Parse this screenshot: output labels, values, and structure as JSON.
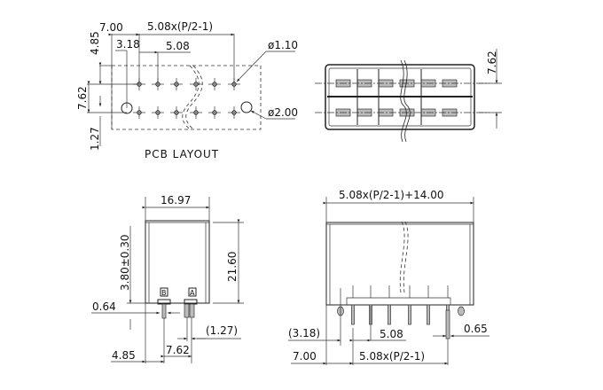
{
  "pcb_layout": {
    "title": "PCB LAYOUT",
    "dim_7_00": "7.00",
    "dim_pitch_total": "5.08x(P/2-1)",
    "dim_3_18": "3.18",
    "dim_5_08": "5.08",
    "dim_hole_small": "ø1.10",
    "dim_hole_large": "ø2.00",
    "dim_4_85": "4.85",
    "dim_7_62": "7.62",
    "dim_1_27": "1.27"
  },
  "top_view": {
    "dim_7_62": "7.62"
  },
  "side_view": {
    "dim_width": "16.97",
    "dim_height": "21.60",
    "dim_pin_length": "3.80±0.30",
    "label_b": "B",
    "label_a": "A",
    "dim_0_64": "0.64",
    "dim_1_27": "(1.27)",
    "dim_7_62": "7.62",
    "dim_4_85": "4.85"
  },
  "front_view": {
    "dim_total": "5.08x(P/2-1)+14.00",
    "dim_3_18": "(3.18)",
    "dim_5_08": "5.08",
    "dim_0_65": "0.65",
    "dim_7_00": "7.00",
    "dim_pitch_total": "5.08x(P/2-1)"
  }
}
